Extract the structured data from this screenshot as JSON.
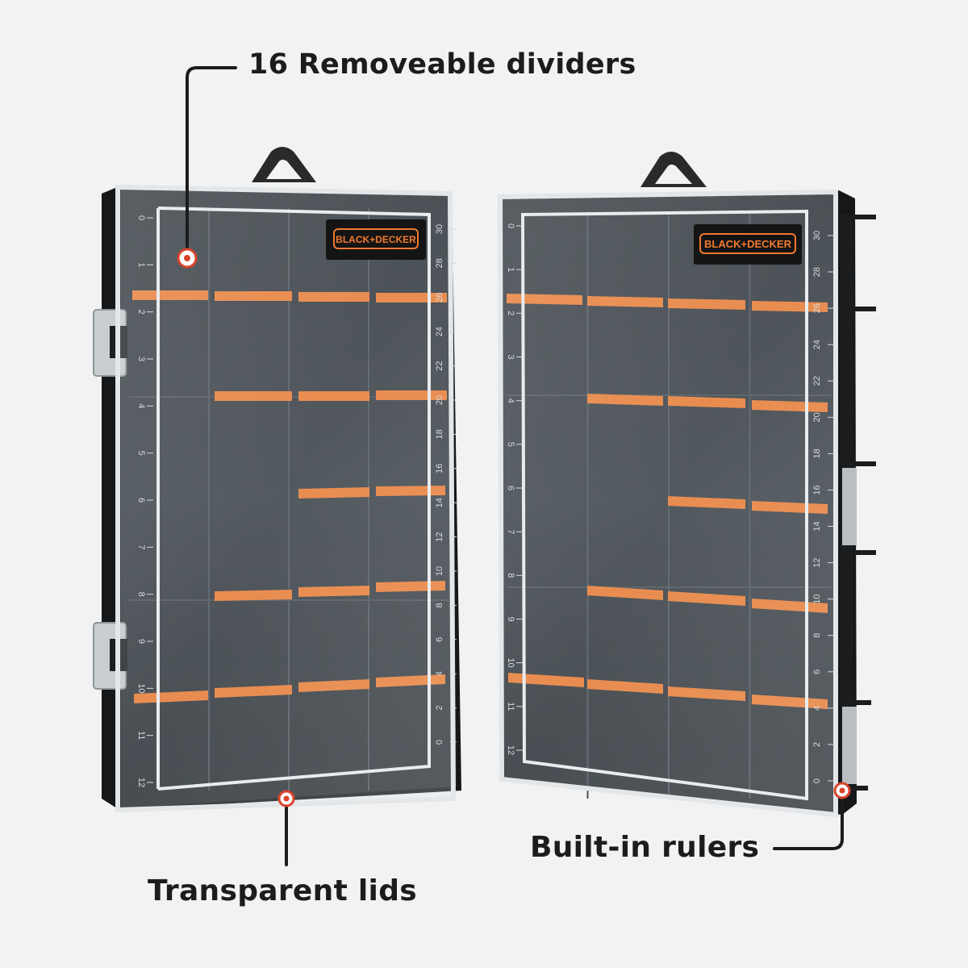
{
  "callouts": {
    "dividers": "16 Removeable dividers",
    "lids": "Transparent lids",
    "rulers": "Built-in rulers"
  },
  "brand": {
    "logo_text": "BLACK+DECKER",
    "accent_color": "#f07a2e",
    "logo_bg": "#141414"
  },
  "colors": {
    "background": "#f2f2f2",
    "case_body": "#1e2226",
    "lid_tint": "#b9c2c9",
    "divider": "#f07a2e",
    "callout_line": "#1c1c1c",
    "marker": "#d8442a"
  },
  "ruler": {
    "inch_marks": [
      "0",
      "1",
      "2",
      "3",
      "4",
      "5",
      "6",
      "7",
      "8",
      "9",
      "10",
      "11",
      "12"
    ],
    "cm_marks": [
      "30",
      "28",
      "26",
      "24",
      "22",
      "20",
      "18",
      "16",
      "14",
      "12",
      "10",
      "8",
      "6",
      "4",
      "2",
      "0"
    ]
  }
}
